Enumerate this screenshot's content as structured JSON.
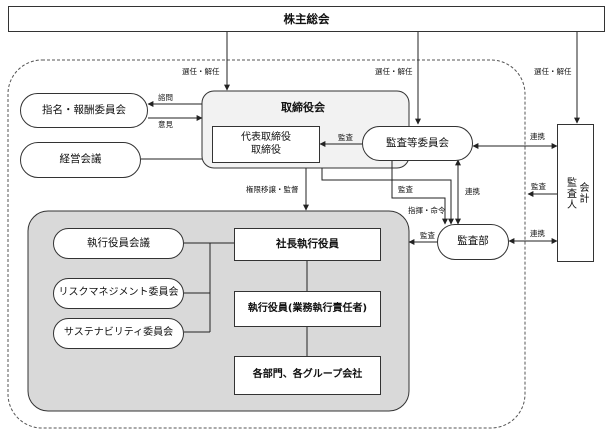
{
  "shareholders": "株主総会",
  "board": {
    "title": "取締役会",
    "representative": "代表取締役\n取締役"
  },
  "nomination_committee": "指名・報酬委員会",
  "management_meeting": "経営会議",
  "audit_committee": "監査等委員会",
  "auditor": "会計\n監査人",
  "internal_audit": "監査部",
  "executive": {
    "officers_meeting": "執行役員会議",
    "risk_committee": "リスクマネジメント委員会",
    "sustainability_committee": "サステナビリティ委員会",
    "president": "社長執行役員",
    "officers": "執行役員(業務執行責任者)",
    "departments": "各部門、各グループ会社"
  },
  "labels": {
    "elect_dismiss": "選任・解任",
    "consult": "諮問",
    "opinion": "意見",
    "audit": "監査",
    "delegation": "権限移譲・監督",
    "instruction": "指揮・命令",
    "coordination": "連携"
  },
  "colors": {
    "line": "#222222",
    "gray_block": "#d9d9d9",
    "board_fill": "#f2f2f2"
  }
}
